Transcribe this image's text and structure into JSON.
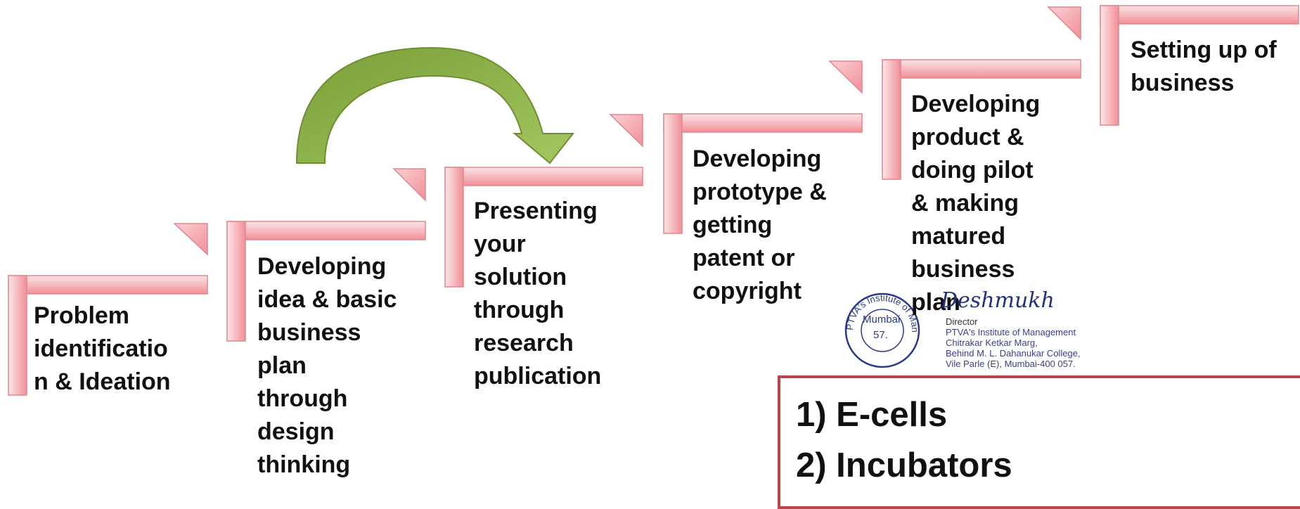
{
  "steps": [
    {
      "label": "Problem\nidentificatio\nn & Ideation"
    },
    {
      "label": "Developing\nidea & basic\nbusiness\nplan\nthrough\ndesign\nthinking"
    },
    {
      "label": "Presenting\nyour\nsolution\nthrough\nresearch\npublication"
    },
    {
      "label": "Developing\nprototype &\ngetting\npatent or\ncopyright"
    },
    {
      "label": "Developing\nproduct &\ndoing pilot\n& making\nmatured\nbusiness\nplan"
    },
    {
      "label": "Setting up of\nbusiness"
    }
  ],
  "seal": {
    "ring_text": "PTVA's Institute of Management",
    "city": "Mumbai",
    "number": "57."
  },
  "signature": "Deshmukh",
  "director": {
    "title": "Director",
    "institute": "PTVA's Institute of Management",
    "address_line1": "Chitrakar Ketkar Marg,",
    "address_line2": "Behind M. L. Dahanukar College,",
    "address_line3": "Vile Parle (E), Mumbai-400 057."
  },
  "list": {
    "item1": "1)  E-cells",
    "item2": "2)  Incubators"
  },
  "colors": {
    "step_fill": "#f7b3b8",
    "step_edge": "#e1868d",
    "arrow_green": "#8aae45",
    "box_border": "#b8464c",
    "seal_blue": "#2b3a8f"
  }
}
